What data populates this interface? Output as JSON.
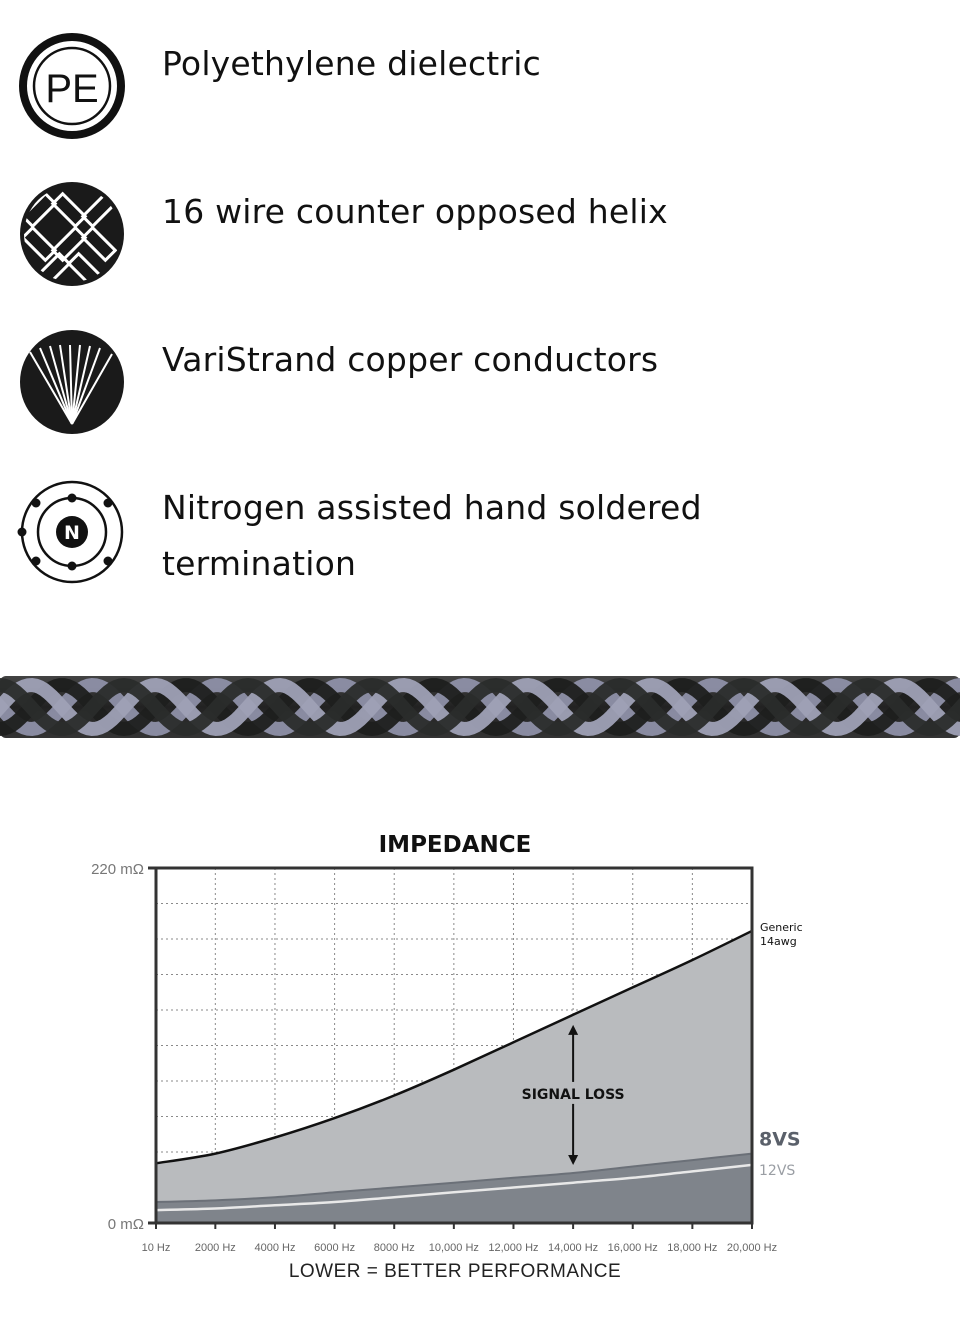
{
  "features": [
    {
      "label": "Polyethylene dielectric",
      "icon": "pe-icon",
      "icon_text": "PE"
    },
    {
      "label": "16 wire counter opposed helix",
      "icon": "woven-helix-icon"
    },
    {
      "label": "VariStrand copper conductors",
      "icon": "strands-fan-icon"
    },
    {
      "label": "Nitrogen assisted hand soldered termination",
      "icon": "nitrogen-atom-icon",
      "icon_text": "N"
    }
  ],
  "chart_data": {
    "type": "area",
    "title": "IMPEDANCE",
    "xlabel": "LOWER = BETTER PERFORMANCE",
    "ylabel": "",
    "x": [
      10,
      2000,
      4000,
      6000,
      8000,
      10000,
      12000,
      14000,
      16000,
      18000,
      20000
    ],
    "x_tick_labels": [
      "10 Hz",
      "2000 Hz",
      "4000 Hz",
      "6000 Hz",
      "8000 Hz",
      "10,000 Hz",
      "12,000 Hz",
      "14,000 Hz",
      "16,000 Hz",
      "18,000 Hz",
      "20,000 Hz"
    ],
    "xlim": [
      10,
      20000
    ],
    "ylim": [
      0,
      220
    ],
    "y_tick_labels": [
      "0 mΩ",
      "220 mΩ"
    ],
    "grid": true,
    "series": [
      {
        "name": "Generic 14awg",
        "values": [
          37,
          43,
          53,
          65,
          79,
          95,
          112,
          129,
          146,
          163,
          181
        ],
        "color": "#b9bbbe"
      },
      {
        "name": "8VS",
        "values": [
          13,
          14,
          16,
          19,
          22,
          25,
          28,
          31,
          35,
          39,
          43
        ],
        "color": "#7f848b"
      },
      {
        "name": "12VS",
        "values": [
          8,
          9,
          11,
          13,
          16,
          19,
          22,
          25,
          28,
          32,
          36
        ],
        "color": "#e8e8e8"
      }
    ],
    "annotation": {
      "text": "SIGNAL LOSS",
      "x": 14000
    },
    "colors": {
      "plot_bg": "#ffffff",
      "frame": "#333333",
      "grid": "#8a8a8a",
      "label_8vs": "#5a606a",
      "label_12vs": "#9a9ea4"
    }
  }
}
